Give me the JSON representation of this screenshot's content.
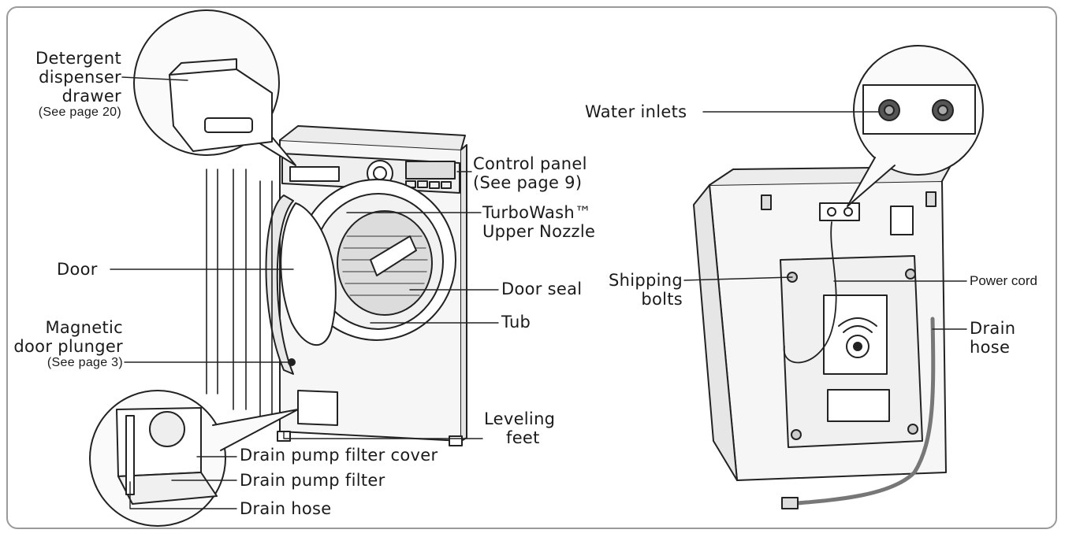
{
  "labels": {
    "detergent_drawer": {
      "line1": "Detergent",
      "line2": "dispenser",
      "line3": "drawer",
      "ref": "(See page 20)"
    },
    "control_panel": {
      "line1": "Control panel",
      "line2": "(See page 9)"
    },
    "turbowash": {
      "line1": "TurboWash™",
      "line2": "Upper Nozzle"
    },
    "door": "Door",
    "door_seal": "Door seal",
    "tub": "Tub",
    "magnetic_plunger": {
      "line1": "Magnetic",
      "line2": "door plunger",
      "ref": "(See page 3)"
    },
    "leveling_feet": {
      "line1": "Leveling",
      "line2": "feet"
    },
    "drain_pump_filter_cover": "Drain pump filter cover",
    "drain_pump_filter": "Drain pump filter",
    "drain_hose_front": "Drain hose",
    "water_inlets": "Water inlets",
    "shipping_bolts": {
      "line1": "Shipping",
      "line2": "bolts"
    },
    "power_cord": "Power cord",
    "drain_hose_rear": {
      "line1": "Drain",
      "line2": "hose"
    }
  },
  "colors": {
    "line": "#222222",
    "frame": "#9a9a9a",
    "body": "#f4f4f4"
  }
}
